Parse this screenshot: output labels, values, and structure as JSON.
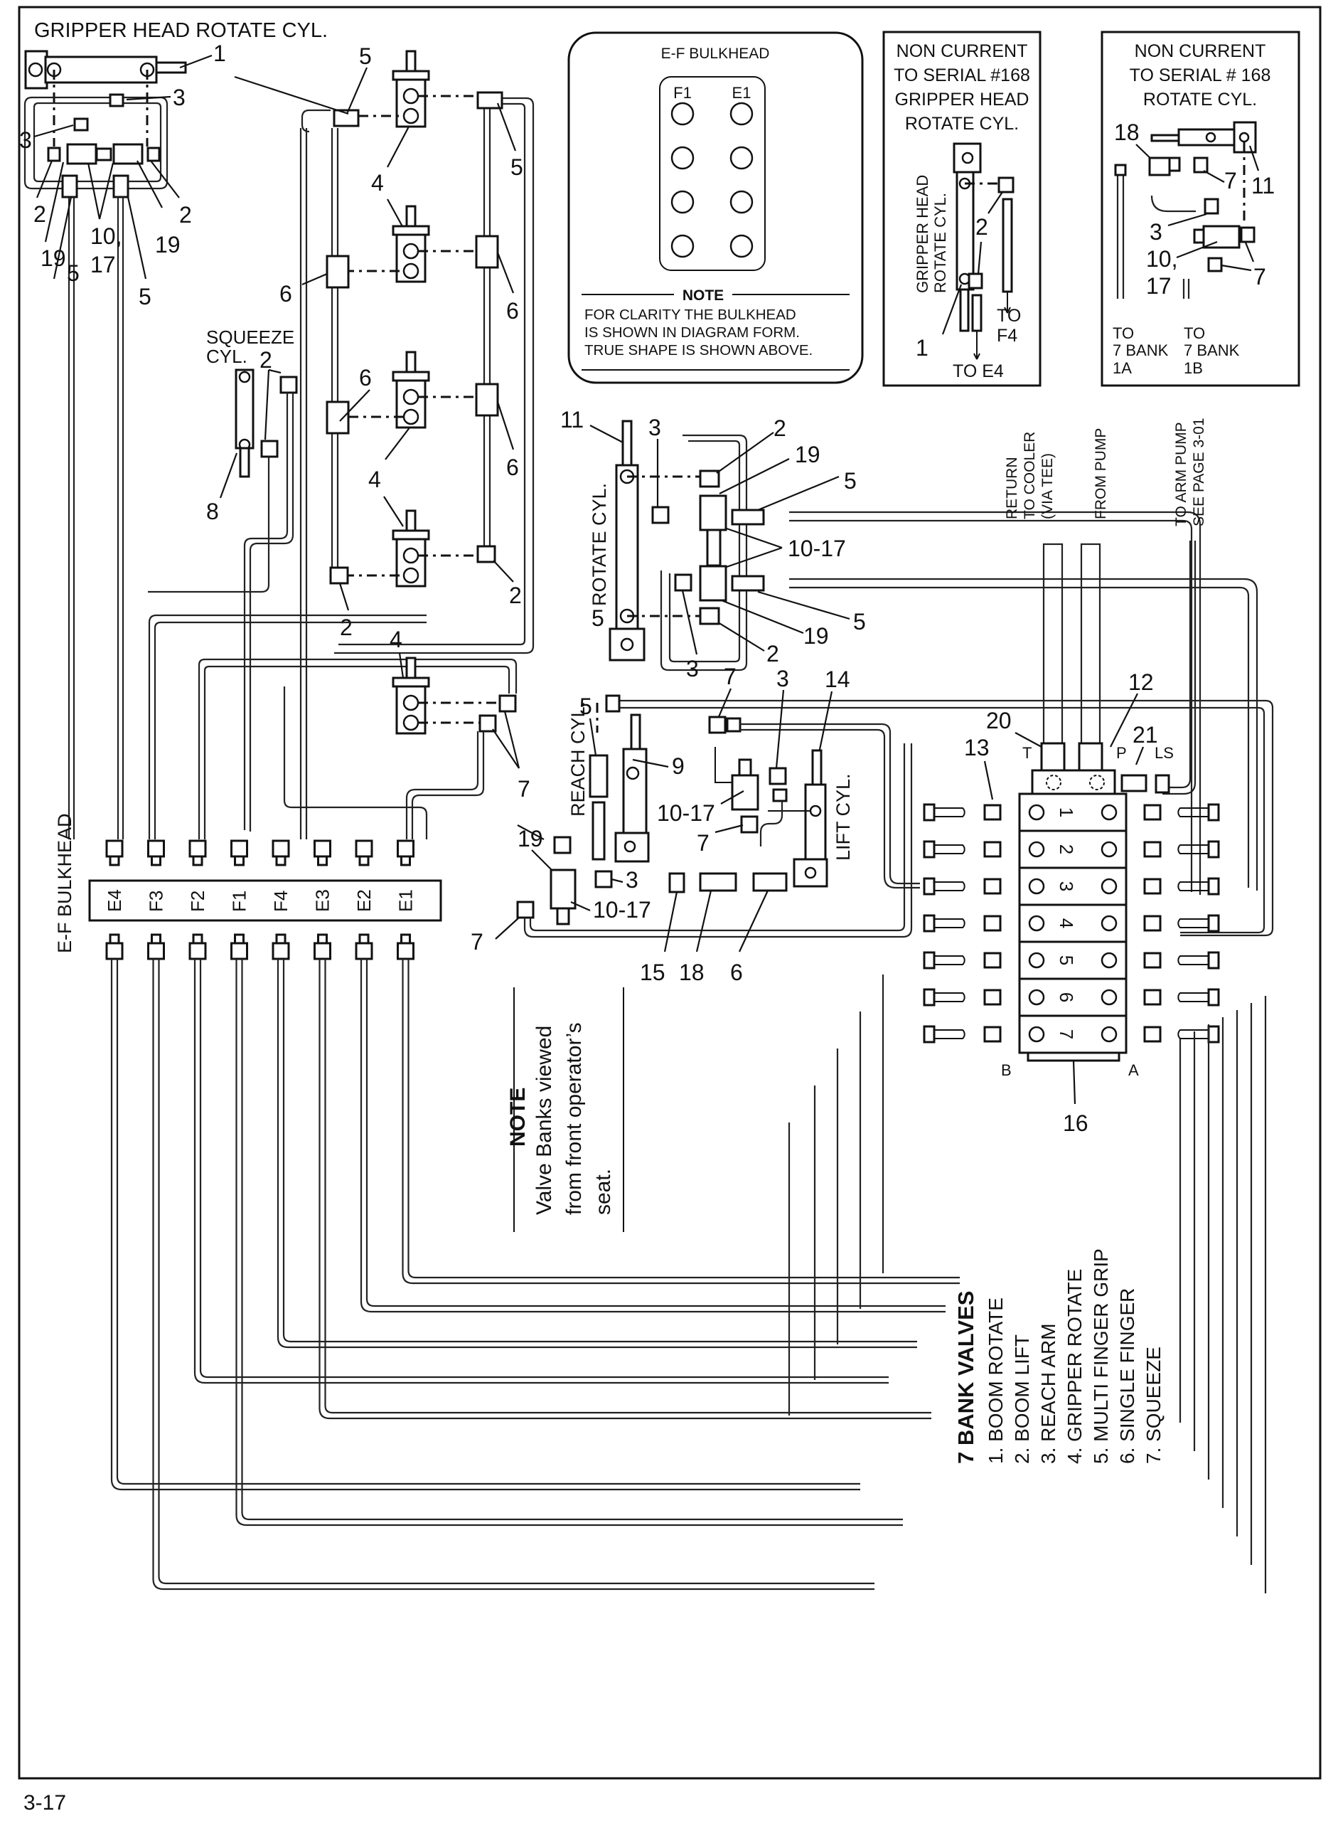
{
  "page": {
    "page_number": "3-17"
  },
  "main_diagram": {
    "gripper_head_title": "GRIPPER HEAD ROTATE CYL.",
    "squeeze_cyl_label": "SQUEEZE\nCYL.",
    "squeeze_cyl_lines": [
      "SQUEEZE",
      "CYL."
    ],
    "rotate_cyl_label": "ROTATE CYL.",
    "reach_cyl_label": "REACH CYL.",
    "lift_cyl_label": "LIFT CYL.",
    "bulkhead_side_label": "E-F BULKHEAD",
    "bulkhead_ports": [
      "E4",
      "F3",
      "F2",
      "F1",
      "F4",
      "E3",
      "E2",
      "E1"
    ],
    "return_label_lines": [
      "RETURN",
      "TO COOLER",
      "(VIA TEE)"
    ],
    "from_pump_label": "FROM PUMP",
    "arm_pump_label_lines": [
      "TO ARM PUMP",
      "SEE PAGE 3-01"
    ],
    "valve_port_letters": {
      "t": "T",
      "p": "P",
      "ls": "LS",
      "b": "B",
      "a": "A"
    },
    "valve_sections": [
      "1",
      "2",
      "3",
      "4",
      "5",
      "6",
      "7"
    ]
  },
  "callouts": {
    "c1": "1",
    "c2": "2",
    "c3": "3",
    "c4": "4",
    "c5": "5",
    "c6": "6",
    "c7": "7",
    "c8": "8",
    "c9": "9",
    "c10_17": "10-17",
    "c10_comma": "10,",
    "c17": "17",
    "c11": "11",
    "c12": "12",
    "c13": "13",
    "c14": "14",
    "c15": "15",
    "c16": "16",
    "c18": "18",
    "c19": "19",
    "c20": "20",
    "c21": "21"
  },
  "bulkhead_inset": {
    "title": "E-F BULKHEAD",
    "col_labels": [
      "F1",
      "E1"
    ],
    "note_heading": "NOTE",
    "note_lines": [
      "FOR CLARITY THE BULKHEAD",
      "IS SHOWN IN  DIAGRAM FORM.",
      "TRUE SHAPE IS SHOWN ABOVE."
    ]
  },
  "inset_gripper": {
    "title_lines": [
      "NON CURRENT",
      "TO SERIAL #168",
      "GRIPPER HEAD",
      "ROTATE CYL."
    ],
    "cyl_label_lines": [
      "GRIPPER HEAD",
      "ROTATE CYL."
    ],
    "to_f4_lines": [
      "TO",
      "F4"
    ],
    "to_e4": "TO E4"
  },
  "inset_rotate": {
    "title_lines": [
      "NON CURRENT",
      "TO SERIAL # 168",
      "ROTATE CYL."
    ],
    "to_1a_lines": [
      "TO",
      "7 BANK",
      "1A"
    ],
    "to_1b_lines": [
      "TO",
      "7 BANK",
      "1B"
    ]
  },
  "valve_note": {
    "heading": "NOTE",
    "lines": [
      "Valve Banks viewed",
      "from front operator’s",
      "seat."
    ]
  },
  "legend": {
    "title": "7 BANK VALVES",
    "items": [
      "1. BOOM ROTATE",
      "2. BOOM LIFT",
      "3. REACH ARM",
      "4. GRIPPER ROTATE",
      "5. MULTI FINGER GRIP",
      "6. SINGLE FINGER",
      "7. SQUEEZE"
    ]
  }
}
